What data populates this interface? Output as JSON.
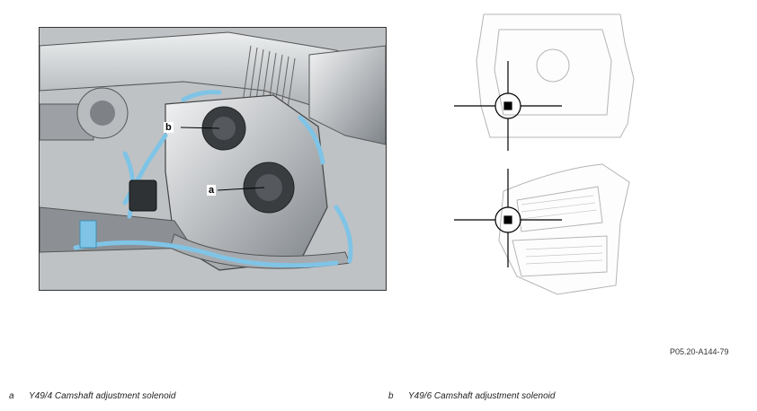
{
  "photo": {
    "callouts": [
      {
        "key": "a",
        "label": "a"
      },
      {
        "key": "b",
        "label": "b"
      }
    ],
    "highlight_color": "#7fc4e6"
  },
  "figure_id": "P05.20-A144-79",
  "legend": [
    {
      "key": "a",
      "text": "Y49/4 Camshaft adjustment solenoid"
    },
    {
      "key": "b",
      "text": "Y49/6 Camshaft adjustment solenoid"
    }
  ],
  "locator": {
    "views": [
      "top-view",
      "side-view"
    ],
    "marker_icon": "target-crosshair-icon"
  }
}
